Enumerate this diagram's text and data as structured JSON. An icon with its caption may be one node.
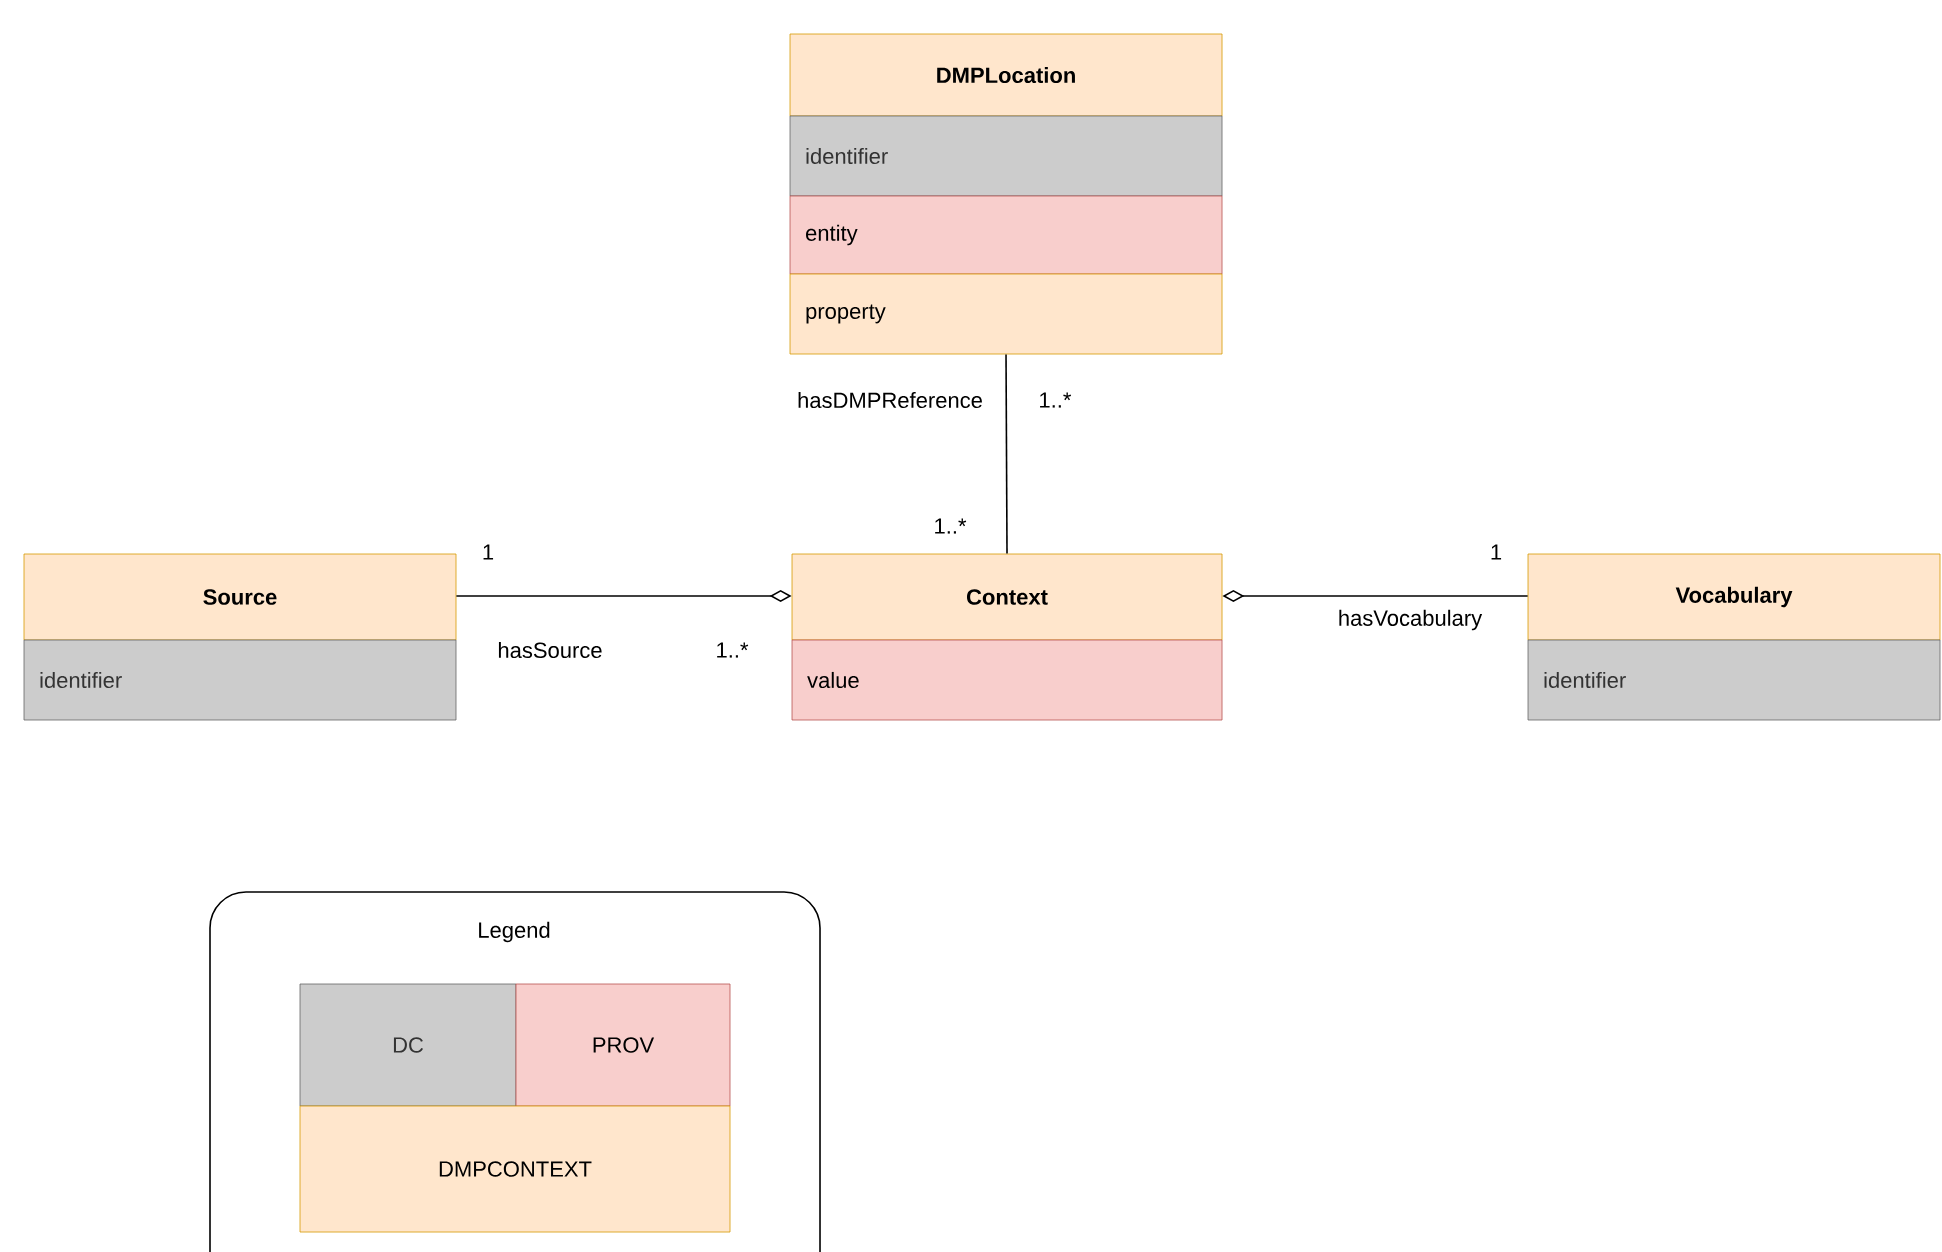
{
  "diagram": {
    "nodes": [
      {
        "text": [
          "DMPLocation",
          "identifier",
          "entity",
          "property"
        ]
      },
      {
        "text": [
          "Source",
          "identifier"
        ]
      },
      {
        "text": [
          "Context",
          "value"
        ]
      },
      {
        "text": [
          "Vocabulary",
          "identifier"
        ]
      }
    ],
    "edges": [
      {
        "from": 0,
        "to": 2,
        "arrow": "none",
        "label": "hasDMPReference"
      },
      {
        "from": 1,
        "to": 2,
        "arrow": "other",
        "label": "hasSource"
      },
      {
        "from": 3,
        "to": 2,
        "arrow": "other",
        "label": "hasVocabulary"
      }
    ],
    "labels": [
      "1..*",
      "1..*",
      "1",
      "1",
      "1..*",
      "Legend"
    ],
    "legend": [
      {
        "text": "DC",
        "color": "#cccccc"
      },
      {
        "text": "PROV",
        "color": "#f8cecc"
      },
      {
        "text": "DMPCONTEXT",
        "color": "#ffe6cc"
      }
    ]
  }
}
